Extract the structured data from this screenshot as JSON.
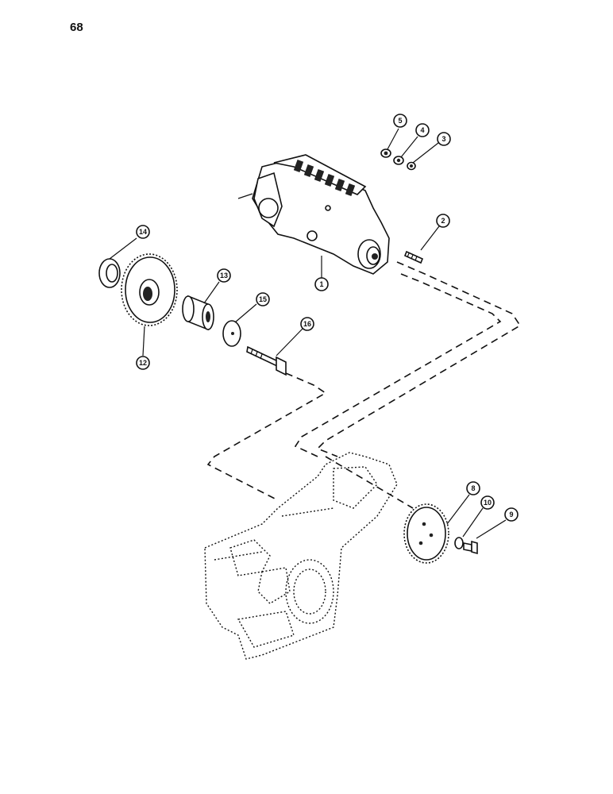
{
  "page": {
    "number": "68"
  },
  "callouts": [
    {
      "id": "pump",
      "label": "1"
    },
    {
      "id": "stud",
      "label": "2"
    },
    {
      "id": "nut",
      "label": "3"
    },
    {
      "id": "lockwasher",
      "label": "4"
    },
    {
      "id": "nut-top",
      "label": "5"
    },
    {
      "id": "pump-gear",
      "label": "8"
    },
    {
      "id": "capscrew",
      "label": "9"
    },
    {
      "id": "washer-small",
      "label": "10"
    },
    {
      "id": "drive-gear",
      "label": "12"
    },
    {
      "id": "hub",
      "label": "13"
    },
    {
      "id": "thrust-washer",
      "label": "14"
    },
    {
      "id": "flat-washer",
      "label": "15"
    },
    {
      "id": "bolt",
      "label": "16"
    }
  ]
}
